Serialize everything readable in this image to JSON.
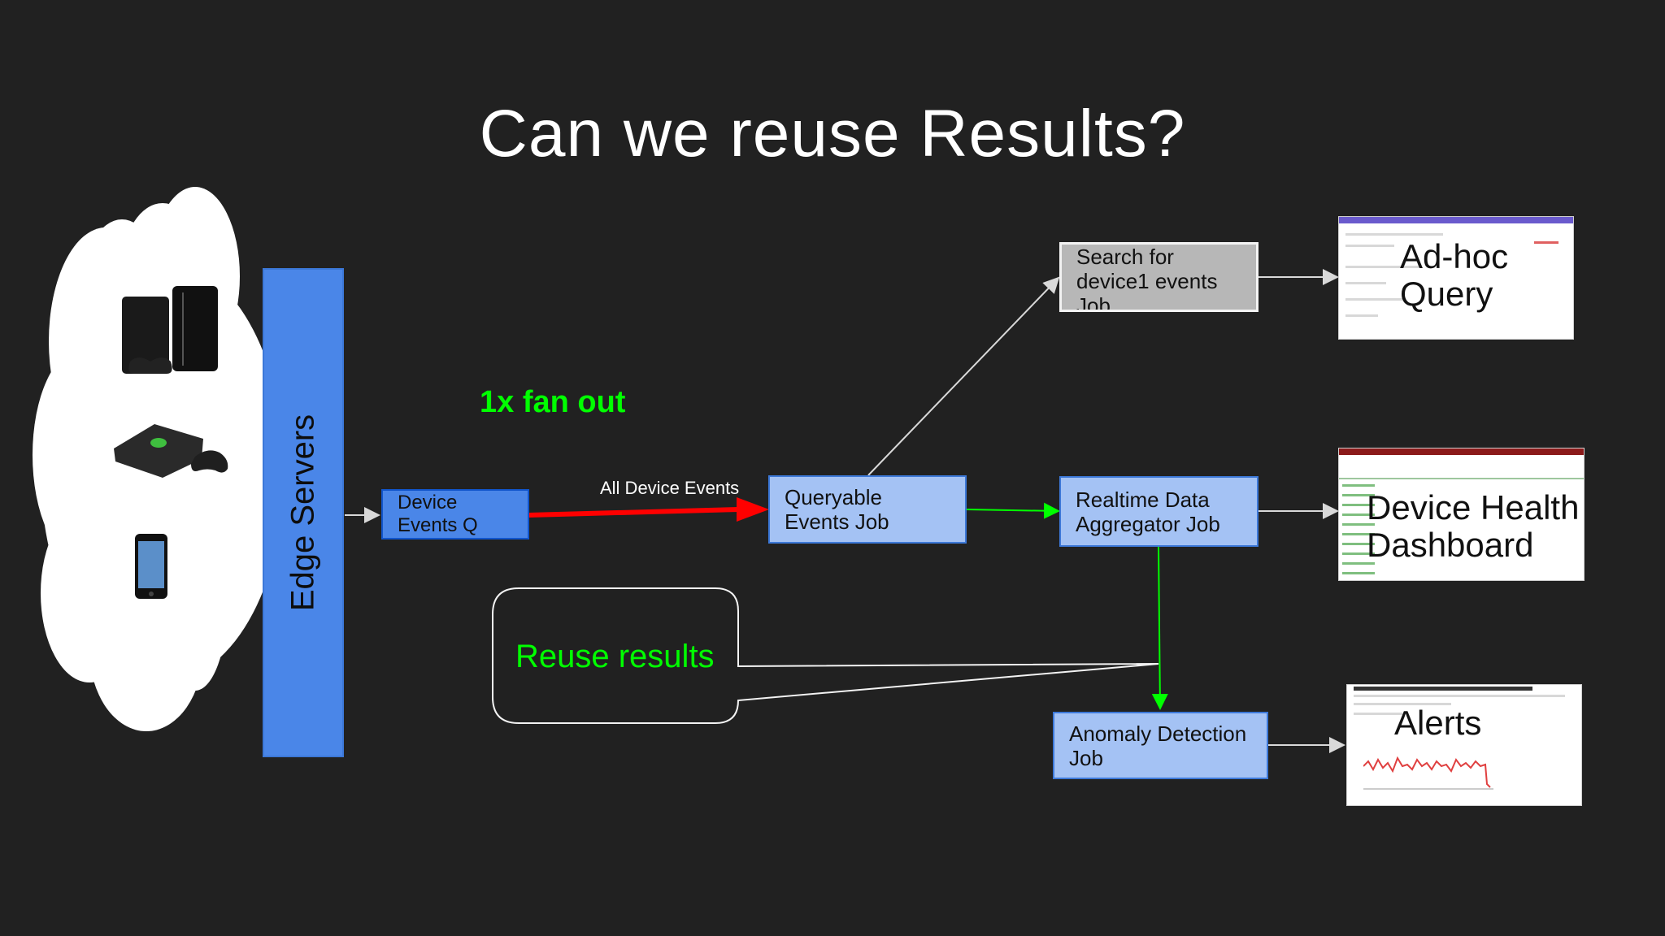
{
  "slide": {
    "title": "Can we reuse Results?"
  },
  "edge_servers": {
    "label": "Edge Servers"
  },
  "boxes": {
    "device_events_q": {
      "lines": [
        "Device",
        "Events Q"
      ]
    },
    "queryable_events_job": {
      "lines": [
        "Queryable",
        "Events Job"
      ]
    },
    "search_job": {
      "lines": [
        "Search for",
        "device1 events",
        "Job"
      ]
    },
    "realtime_aggregator": {
      "lines": [
        "Realtime Data",
        "Aggregator Job"
      ]
    },
    "anomaly_detection": {
      "lines": [
        "Anomaly Detection",
        "Job"
      ]
    }
  },
  "annotations": {
    "fan_out": "1x fan out",
    "all_device_events": "All Device Events",
    "reuse_results": "Reuse results"
  },
  "outputs": {
    "adhoc_query": {
      "lines": [
        "Ad-hoc",
        "Query"
      ]
    },
    "device_health_dashboard": {
      "lines": [
        "Device Health",
        "Dashboard"
      ]
    },
    "alerts": {
      "lines": [
        "Alerts"
      ]
    }
  },
  "devices": [
    "game-console-ps3-icon",
    "game-console-xbox-icon",
    "smartphone-icon"
  ],
  "colors": {
    "background": "#212121",
    "fan_out_arrow": "#ff0000",
    "data_flow_arrow": "#00ff00",
    "connector_arrow": "#d9d9d9",
    "box_light_blue": "#a4c2f4",
    "box_dark_blue": "#4a86e8",
    "box_grey": "#b7b7b7",
    "highlight_text": "#00ff00"
  }
}
